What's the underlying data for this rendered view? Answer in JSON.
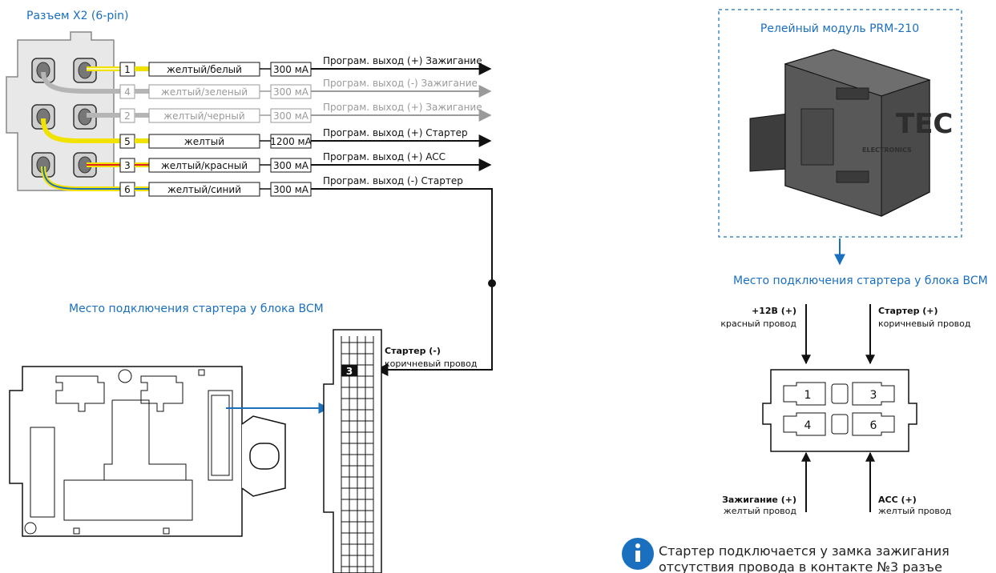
{
  "connector": {
    "title": "Разъем  X2 (6-pin)",
    "wires": [
      {
        "pin": "1",
        "color_name": "желтый/белый",
        "current": "300 мА",
        "function": "Програм. выход (+)  Зажигание",
        "active": true
      },
      {
        "pin": "4",
        "color_name": "желтый/зеленый",
        "current": "300 мА",
        "function": "Програм. выход (-)  Зажигание",
        "active": false
      },
      {
        "pin": "2",
        "color_name": "желтый/черный",
        "current": "300 мА",
        "function": "Програм. выход (+)  Зажигание",
        "active": false
      },
      {
        "pin": "5",
        "color_name": "желтый",
        "current": "1200 мА",
        "function": "Програм. выход (+)  Стартер",
        "active": true
      },
      {
        "pin": "3",
        "color_name": "желтый/красный",
        "current": "300 мА",
        "function": "Програм. выход (+)  ACC",
        "active": true
      },
      {
        "pin": "6",
        "color_name": "желтый/синий",
        "current": "300 мА",
        "function": "Програм. выход (-)  Стартер",
        "active": true
      }
    ]
  },
  "bcm_left": {
    "title": "Место подключения стартера у блока BCM",
    "pin_tag": "3",
    "signal_label": "Стартер (-)",
    "wire_label": "коричневый провод"
  },
  "relay": {
    "title": "Релейный модуль PRM-210",
    "logo_text": "ELECTRONICS"
  },
  "bcm_right": {
    "title": "Место подключения стартера у блока BCM",
    "pins": [
      "1",
      "3",
      "4",
      "6"
    ],
    "top_left": {
      "signal": "+12В (+)",
      "wire": "красный провод"
    },
    "top_right": {
      "signal": "Стартер (+)",
      "wire": "коричневый провод"
    },
    "bottom_left": {
      "signal": "Зажигание (+)",
      "wire": "желтый провод"
    },
    "bottom_right": {
      "signal": "ACC (+)",
      "wire": "желтый провод"
    }
  },
  "note": {
    "line1": "Стартер подключается у замка зажигания",
    "line2": "отсутствия провода в контакте №3 разъе"
  },
  "colors": {
    "accent_blue": "#1a6fbf",
    "wire_yellow": "#f2e200",
    "wire_red": "#e02020",
    "wire_blue": "#1a6fbf",
    "wire_grey": "#b5b5b5"
  }
}
